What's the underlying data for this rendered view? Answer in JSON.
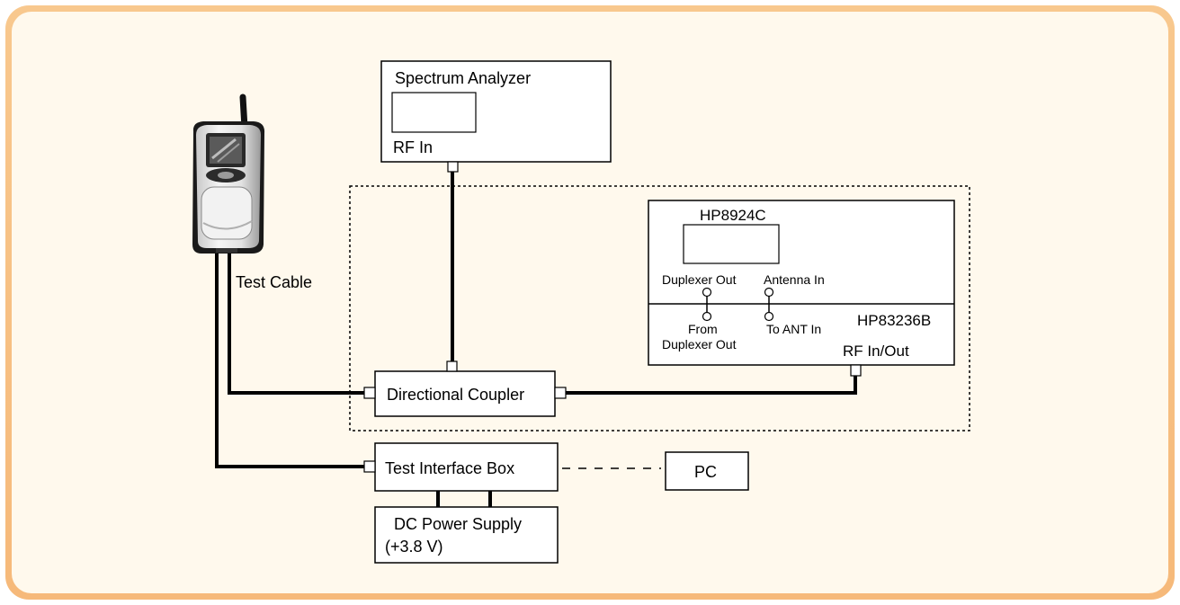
{
  "labels": {
    "spectrum_analyzer": "Spectrum Analyzer",
    "sa_rf_in": "RF In",
    "hp8924c": "HP8924C",
    "duplexer_out": "Duplexer Out",
    "antenna_in": "Antenna In",
    "from_duplexer_out_1": "From",
    "from_duplexer_out_2": "Duplexer Out",
    "to_ant_in": "To ANT In",
    "hp83236b": "HP83236B",
    "rf_in_out": "RF In/Out",
    "test_cable": "Test Cable",
    "directional_coupler": "Directional Coupler",
    "test_interface_box": "Test Interface Box",
    "pc": "PC",
    "dc_power_supply_1": "DC Power Supply",
    "dc_power_supply_2": "(+3.8 V)"
  },
  "colors": {
    "frame": "#f6b97a",
    "panel": "#fff9ed",
    "stroke": "#000000"
  }
}
